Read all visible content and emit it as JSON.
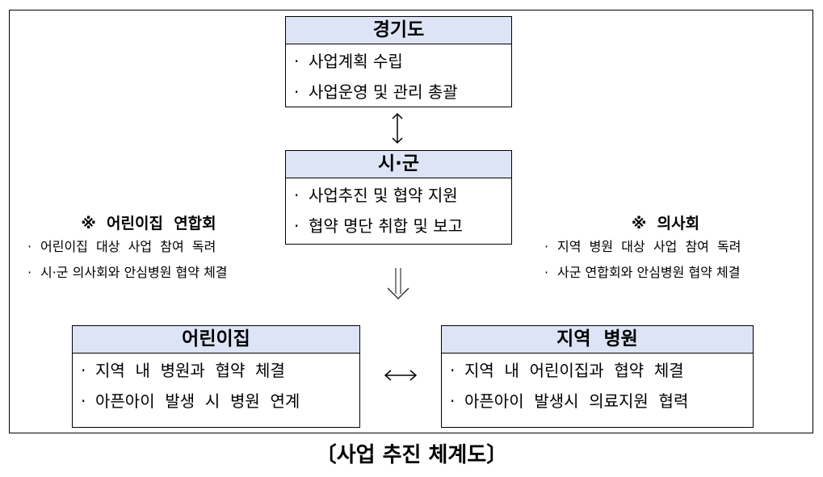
{
  "diagram": {
    "caption": "〔사업 추진 체계도〕",
    "gyeonggi": {
      "title": "경기도",
      "items": [
        "사업계획 수립",
        "사업운영 및 관리 총괄"
      ]
    },
    "sigun": {
      "title": "시·군",
      "items": [
        "사업추진 및 협약 지원",
        "협약 명단 취합 및 보고"
      ]
    },
    "daycare_assoc": {
      "title": "※  어린이집  연합회",
      "items": [
        "어린이집  대상  사업  참여  독려",
        "시·군 의사회와 안심병원 협약 체결"
      ]
    },
    "medical_assoc": {
      "title": "※  의사회",
      "items": [
        "지역  병원  대상  사업  참여  독려",
        "사군 연합회와 안심병원 협약 체결"
      ]
    },
    "daycare": {
      "title": "어린이집",
      "items": [
        "지역  내  병원과  협약  체결",
        "아픈아이  발생  시  병원  연계"
      ]
    },
    "hospital": {
      "title": "지역  병원",
      "items": [
        "지역  내  어린이집과  협약  체결",
        "아픈아이  발생시  의료지원  협력"
      ]
    },
    "bullet": "·",
    "arrows": {
      "top": "up-down-arrow",
      "middle": "double-down-arrow",
      "bottom": "left-right-arrow"
    }
  }
}
